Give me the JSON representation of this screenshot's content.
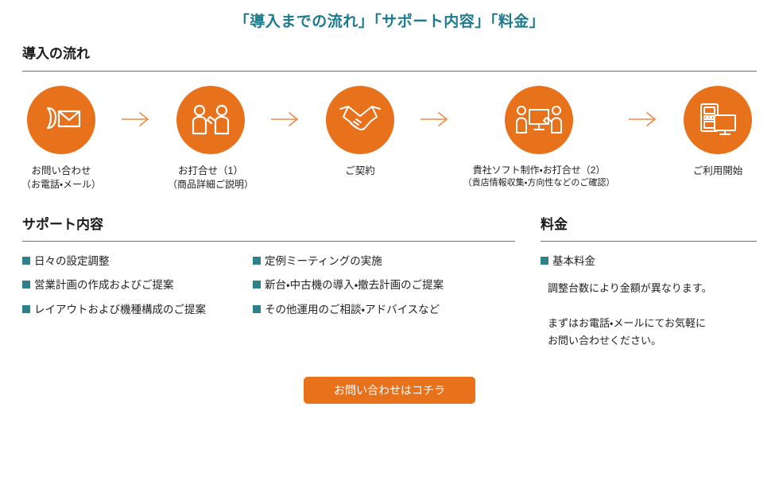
{
  "page": {
    "title": "「導入までの流れ」「サポート内容」「料金」",
    "title_color": "#1c7a8c"
  },
  "flow": {
    "heading": "導入の流れ",
    "steps": [
      {
        "icon": "phone-mail-icon",
        "label": "お問い合わせ",
        "sublabel": "（お電話・メール）"
      },
      {
        "icon": "two-people-meeting-icon",
        "label": "お打合せ（1）",
        "sublabel": "（商品詳細ご説明）"
      },
      {
        "icon": "handshake-icon",
        "label": "ご契約",
        "sublabel": ""
      },
      {
        "icon": "people-monitor-icon",
        "label": "貴社ソフト制作・お打合せ（2）",
        "sublabel": "（貴店情報収集・方向性などのご確認）"
      },
      {
        "icon": "slot-machine-monitor-icon",
        "label": "ご利用開始",
        "sublabel": ""
      }
    ],
    "arrow_label": "arrow-right-icon"
  },
  "support": {
    "heading": "サポート内容",
    "items_left": [
      "日々の設定調整",
      "営業計画の作成およびご提案",
      "レイアウトおよび機種構成のご提案"
    ],
    "items_right": [
      "定例ミーティングの実施",
      "新台・中古機の導入・撤去計画のご提案",
      "その他運用のご相談・アドバイスなど"
    ]
  },
  "price": {
    "heading": "料金",
    "bullet": "基本料金",
    "note1": "調整台数により金額が異なります。",
    "note2_line1": "まずはお電話・メールにてお気軽に",
    "note2_line2": "お問い合わせください。"
  },
  "cta": {
    "label": "お問い合わせはコチラ",
    "color": "#e8711c"
  },
  "theme": {
    "orange": "#e8711c",
    "teal": "#2e8089",
    "teal_rule": "#3a8592",
    "title_teal": "#1c7a8c"
  }
}
